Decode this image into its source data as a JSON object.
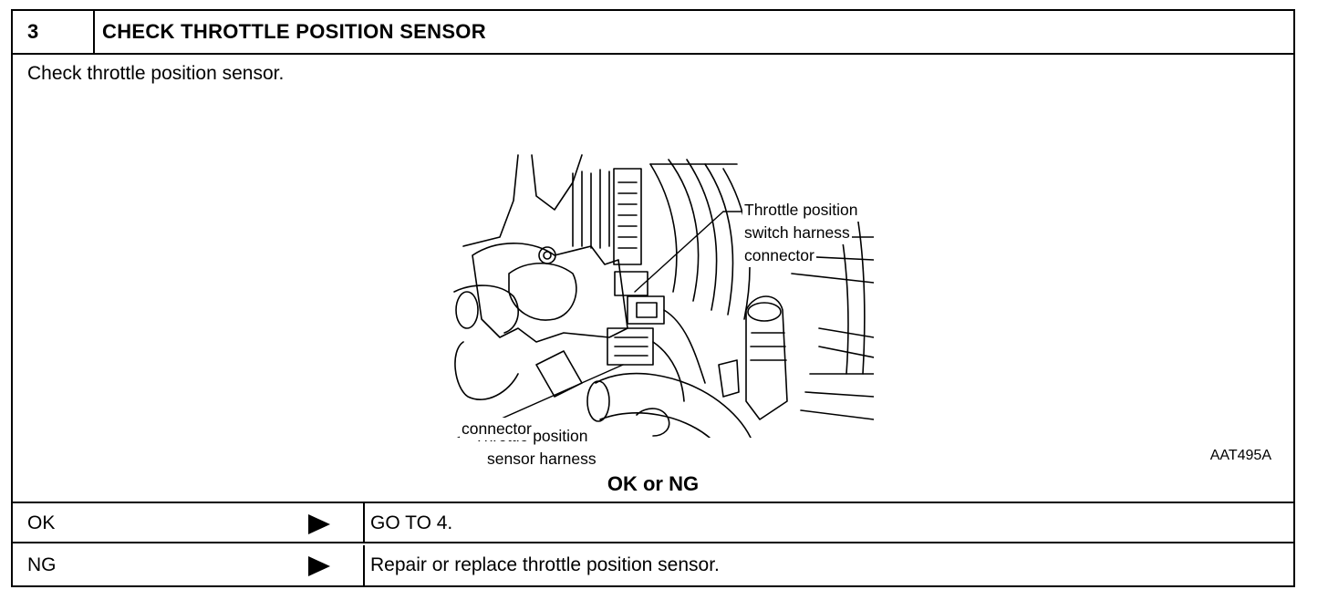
{
  "step": {
    "number": "3",
    "title": "CHECK THROTTLE POSITION SENSOR"
  },
  "instruction": "Check throttle position sensor.",
  "figure": {
    "label_switch_line1": "Throttle position",
    "label_switch_line2": "switch harness",
    "label_switch_line3": "connector",
    "label_sensor_line1": "Throttle position",
    "label_sensor_line2": "sensor harness",
    "label_sensor_line3": "connector",
    "code": "AAT495A"
  },
  "result_title": "OK or NG",
  "results": [
    {
      "result": "OK",
      "action": "GO TO 4."
    },
    {
      "result": "NG",
      "action": "Repair or replace throttle position sensor."
    }
  ]
}
